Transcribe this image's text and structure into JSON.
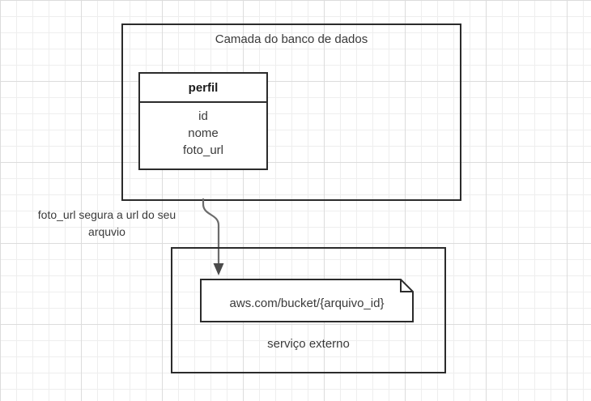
{
  "diagram": {
    "database_layer": {
      "title": "Camada do banco de dados",
      "entity": {
        "name": "perfil",
        "fields": [
          "id",
          "nome",
          "foto_url"
        ]
      }
    },
    "annotation": {
      "line1": "foto_url segura a url do seu",
      "line2": "arquvio"
    },
    "connector": {
      "name": "curved-arrow-connector"
    },
    "external_service": {
      "label": "serviço externo",
      "note": {
        "text": "aws.com/bucket/{arquivo_id}"
      }
    }
  },
  "colors": {
    "stroke": "#2b2b2b",
    "text": "#3a3a3a",
    "heading": "#1c1c1c",
    "connector": "#666666",
    "grid_minor": "#eeeeee",
    "grid_major": "#dcdcdc",
    "background": "#ffffff"
  }
}
